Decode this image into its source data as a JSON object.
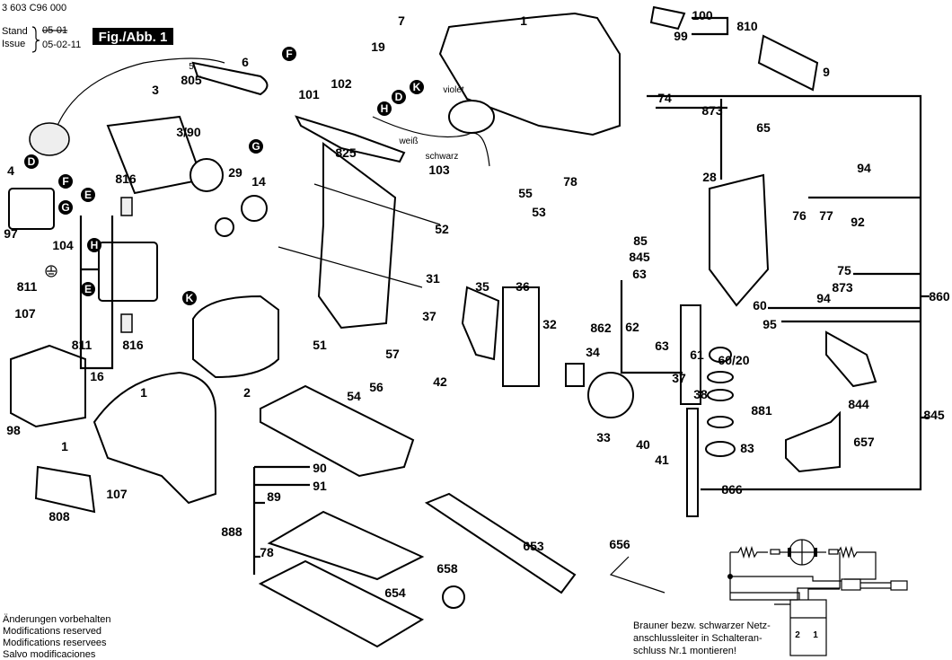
{
  "header": {
    "part_number": "3 603 C96 000",
    "stand_label": "Stand",
    "stand_value_struck": "05-01",
    "issue_label": "Issue",
    "issue_value": "05-02-11",
    "figure_label": "Fig./Abb. 1"
  },
  "footer_notes": {
    "lines": [
      "Änderungen vorbehalten",
      "Modifications reserved",
      "Modifications reservees",
      "Salvo modificaciones"
    ]
  },
  "wiring_note": {
    "lines": [
      "Brauner bezw. schwarzer Netz-",
      "anschlussleiter in Schalteran-",
      "schluss Nr.1 montieren!"
    ],
    "terminal_2": "2",
    "terminal_1": "1"
  },
  "wire_colors": {
    "violet": "violet",
    "weiss": "weiß",
    "schwarz": "schwarz"
  },
  "connector_letters": [
    "F",
    "G",
    "K",
    "D",
    "H",
    "D",
    "F",
    "E",
    "G",
    "H",
    "E",
    "K"
  ],
  "callouts": [
    "7",
    "1",
    "100",
    "810",
    "99",
    "9",
    "19",
    "6",
    "5",
    "805",
    "3",
    "3/90",
    "101",
    "102",
    "74",
    "873",
    "65",
    "103",
    "825",
    "28",
    "94",
    "78",
    "55",
    "53",
    "4",
    "816",
    "29",
    "14",
    "76",
    "77",
    "92",
    "97",
    "104",
    "52",
    "85",
    "845",
    "75",
    "873",
    "63",
    "811",
    "31",
    "35",
    "36",
    "860",
    "94",
    "60",
    "95",
    "107",
    "862",
    "63",
    "37",
    "62",
    "51",
    "57",
    "32",
    "811",
    "816",
    "61",
    "60/20",
    "34",
    "16",
    "37",
    "38",
    "54",
    "56",
    "42",
    "2",
    "881",
    "844",
    "845",
    "1",
    "98",
    "1",
    "33",
    "40",
    "41",
    "83",
    "657",
    "90",
    "91",
    "89",
    "866",
    "888",
    "78",
    "107",
    "808",
    "653",
    "656",
    "658",
    "654"
  ]
}
